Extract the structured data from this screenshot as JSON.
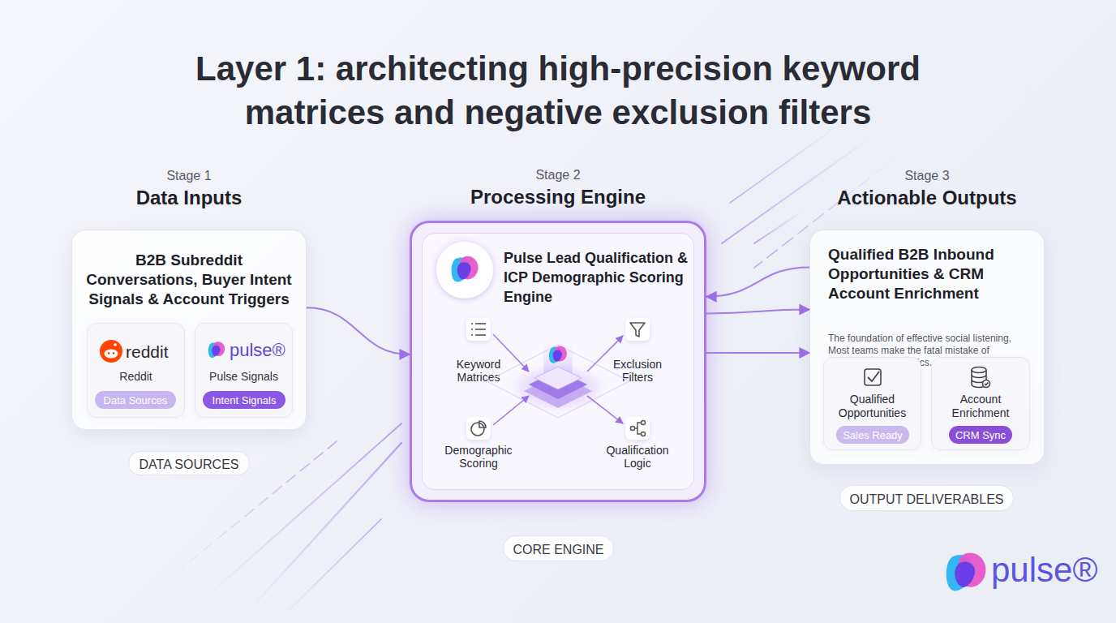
{
  "diagram": {
    "title": "Layer 1: architecting high-precision keyword matrices and negative exclusion filters",
    "nodes": [
      {
        "text": [
          "Stage 1",
          "Data Inputs",
          "B2B Subreddit Conversations, Buyer Intent Signals & Account Triggers"
        ]
      },
      {
        "text": [
          "reddit",
          "Reddit"
        ],
        "in": 0
      },
      {
        "text": [
          "Data Sources"
        ],
        "in": 1
      },
      {
        "text": [
          "pulse®",
          "Pulse Signals"
        ],
        "in": 0
      },
      {
        "text": [
          "Intent Signals"
        ],
        "in": 3
      },
      {
        "text": [
          "DATA SOURCES"
        ]
      },
      {
        "text": [
          "Stage 2",
          "Processing Engine"
        ]
      },
      {
        "text": [
          "Pulse Lead Qualification & ICP Demographic Scoring Engine"
        ],
        "in": 6
      },
      {
        "text": [
          "Keyword Matrices"
        ],
        "in": 7
      },
      {
        "text": [
          "Exclusion Filters"
        ],
        "in": 7
      },
      {
        "text": [
          "Demographic Scoring"
        ],
        "in": 7
      },
      {
        "text": [
          "Qualification Logic"
        ],
        "in": 7
      },
      {
        "text": [
          "CORE ENGINE"
        ]
      },
      {
        "text": [
          "Stage 3",
          "Actionable Outputs",
          "Qualified B2B Inbound Opportunities & CRM Account Enrichment",
          "The foundation of effective social listening, Most teams make the fatal mistake of monitoring broad topics."
        ]
      },
      {
        "text": [
          "Qualified Opportunities"
        ],
        "in": 13
      },
      {
        "text": [
          "Sales Ready"
        ],
        "in": 14
      },
      {
        "text": [
          "Account Enrichment"
        ],
        "in": 13
      },
      {
        "text": [
          "CRM Sync"
        ],
        "in": 16
      },
      {
        "text": [
          "OUTPUT DELIVERABLES"
        ]
      }
    ],
    "edges": [
      {
        "from": 0,
        "to": 6,
        "arrow": "to"
      },
      {
        "from": 6,
        "to": 13,
        "arrow": "to"
      },
      {
        "from": 13,
        "to": 6,
        "arrow": "to"
      },
      {
        "from": 6,
        "to": 13,
        "arrow": "to"
      }
    ],
    "labels": [
      "pulse®"
    ]
  }
}
